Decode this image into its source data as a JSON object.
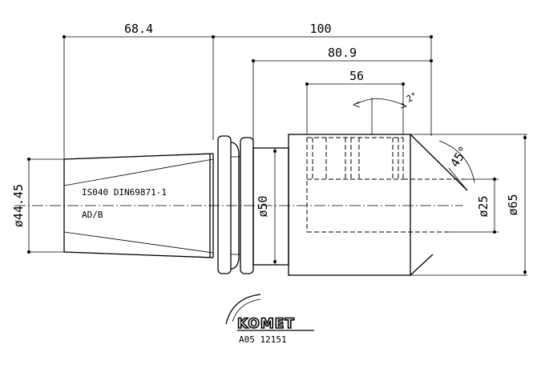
{
  "dimensions": {
    "d68_4": "68.4",
    "d100": "100",
    "d80_9": "80.9",
    "d56": "56",
    "angle_45": "45°",
    "angle_small": "2°",
    "phi44_45": "ø44.45",
    "phi50": "ø50",
    "phi25": "ø25",
    "phi65": "ø65"
  },
  "labels": {
    "standard": "IS040 DIN69871-1",
    "form": "AD/B",
    "article": "A05 12151"
  },
  "logo": {
    "brand": "KOMET"
  }
}
